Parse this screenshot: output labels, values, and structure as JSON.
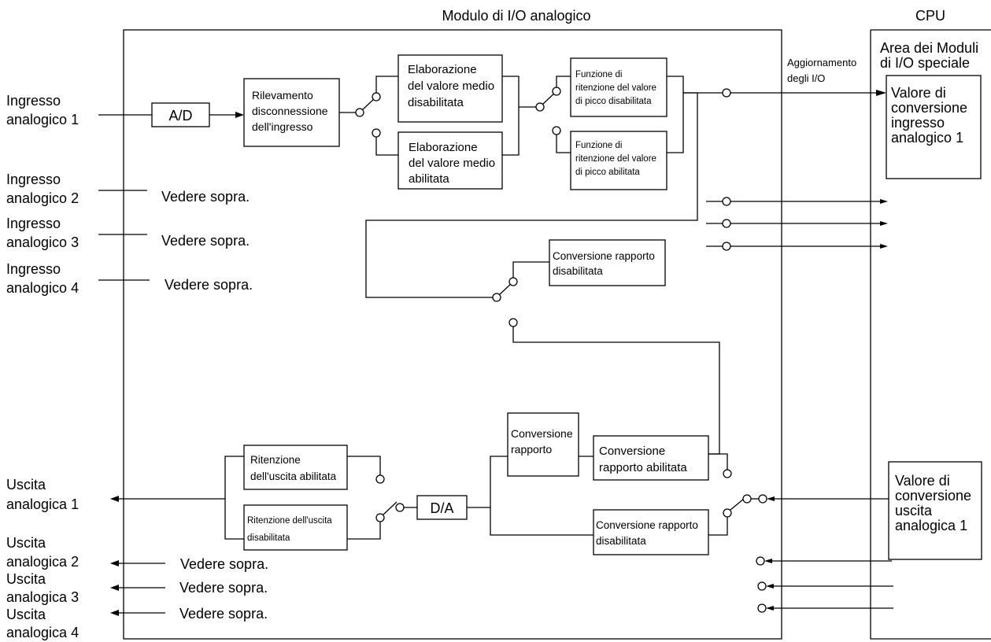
{
  "header": {
    "module_title": "Modulo di I/O analogico",
    "cpu_title": "CPU"
  },
  "cpu": {
    "area_label": [
      "Area dei Moduli",
      "di I/O speciale"
    ],
    "input_value_label": [
      "Valore di",
      "conversione",
      "ingresso",
      "analogico 1"
    ],
    "output_value_label": [
      "Valore di",
      "conversione",
      "uscita",
      "analogica 1"
    ]
  },
  "io_refresh_label": [
    "Aggiornamento",
    "degli I/O"
  ],
  "inputs": [
    {
      "name": [
        "Ingresso",
        "analogico 1"
      ]
    },
    {
      "name": [
        "Ingresso",
        "analogico 2"
      ],
      "note": "Vedere sopra."
    },
    {
      "name": [
        "Ingresso",
        "analogico 3"
      ],
      "note": "Vedere sopra."
    },
    {
      "name": [
        "Ingresso",
        "analogico 4"
      ],
      "note": "Vedere sopra."
    }
  ],
  "outputs": [
    {
      "name": [
        "Uscita",
        "analogica 1"
      ]
    },
    {
      "name": [
        "Uscita",
        "analogica 2"
      ],
      "note": "Vedere sopra."
    },
    {
      "name": [
        "Uscita",
        "analogica 3"
      ],
      "note": "Vedere sopra."
    },
    {
      "name": [
        "Uscita",
        "analogica 4"
      ],
      "note": "Vedere sopra."
    }
  ],
  "blocks": {
    "ad": "A/D",
    "da": "D/A",
    "disconnect_detection": [
      "Rilevamento",
      "disconnessione",
      "dell'ingresso"
    ],
    "avg_disabled": [
      "Elaborazione",
      "del valore medio",
      "disabilitata"
    ],
    "avg_enabled": [
      "Elaborazione",
      "del valore medio",
      "abilitata"
    ],
    "peak_hold_disabled": [
      "Funzione di",
      "ritenzione del valore",
      "di picco disabilitata"
    ],
    "peak_hold_enabled": [
      "Funzione di",
      "ritenzione del valore",
      "di picco abilitata"
    ],
    "ratio_conv_disabled_in": [
      "Conversione rapporto",
      "disabilitata"
    ],
    "ratio_conv": [
      "Conversione",
      "rapporto"
    ],
    "ratio_conv_enabled": [
      "Conversione",
      "rapporto abilitata"
    ],
    "ratio_conv_disabled_out": [
      "Conversione rapporto",
      "disabilitata"
    ],
    "output_hold_enabled": [
      "Ritenzione",
      "dell'uscita abilitata"
    ],
    "output_hold_disabled": [
      "Ritenzione dell'uscita",
      "disabilitata"
    ]
  }
}
